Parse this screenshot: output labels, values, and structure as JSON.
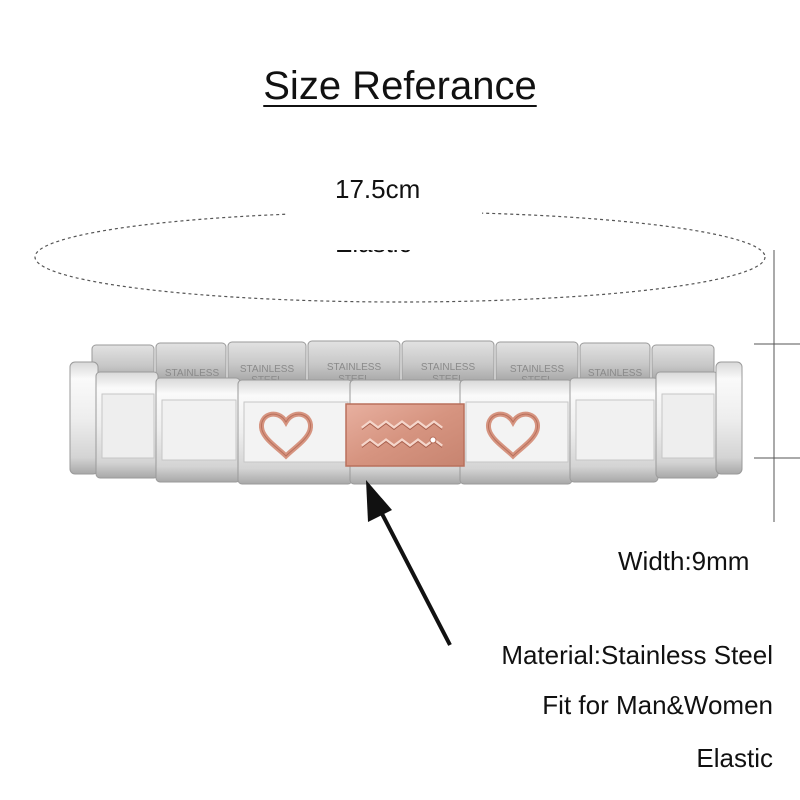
{
  "title": "Size Referance",
  "length_label": "17.5cm",
  "top_elastic_label": "Elastic",
  "width_label": "Width:9mm",
  "specs": {
    "material": "Material:Stainless Steel",
    "fit": "Fit for Man&Women",
    "elastic": "Elastic"
  },
  "link_engraving": [
    "STAINLESS",
    "STEEL"
  ],
  "colors": {
    "steel_light": "#f4f4f4",
    "steel_dark": "#b9b9b9",
    "rose_gold": "#dc9a86",
    "rose_gold_dark": "#b9705c"
  },
  "icons": [
    "heart-charm-icon",
    "aquarius-charm-icon",
    "pointer-arrow-icon"
  ]
}
